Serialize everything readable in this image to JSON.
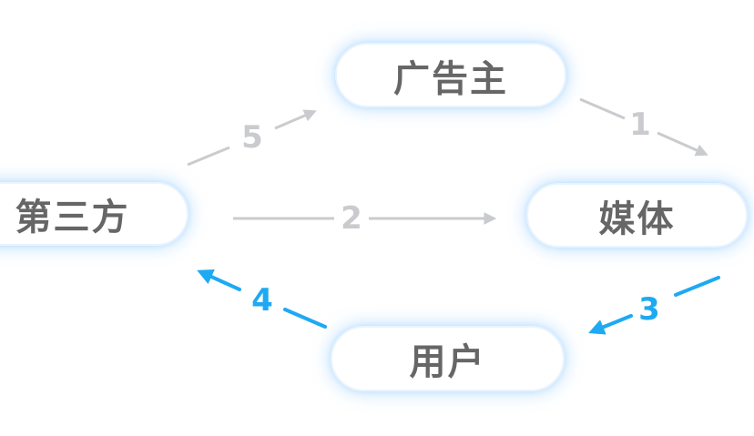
{
  "diagram": {
    "colors": {
      "background": "#ffffff",
      "node_fill": "#ffffff",
      "node_glow": "#cfe8ff",
      "node_border": "#e9f4fe",
      "node_text": "#666666",
      "edge_inactive": "#c9cbce",
      "edge_active": "#1ea9f3"
    },
    "nodes": [
      {
        "id": "advertiser",
        "label": "广告主"
      },
      {
        "id": "third-party",
        "label": "第三方"
      },
      {
        "id": "media",
        "label": "媒体"
      },
      {
        "id": "user",
        "label": "用户"
      }
    ],
    "edges": [
      {
        "step": "1",
        "from": "广告主",
        "to": "媒体",
        "style": "inactive"
      },
      {
        "step": "2",
        "from": "第三方",
        "to": "媒体",
        "style": "inactive"
      },
      {
        "step": "3",
        "from": "媒体",
        "to": "用户",
        "style": "active"
      },
      {
        "step": "4",
        "from": "用户",
        "to": "第三方",
        "style": "active"
      },
      {
        "step": "5",
        "from": "第三方",
        "to": "广告主",
        "style": "inactive"
      }
    ]
  }
}
